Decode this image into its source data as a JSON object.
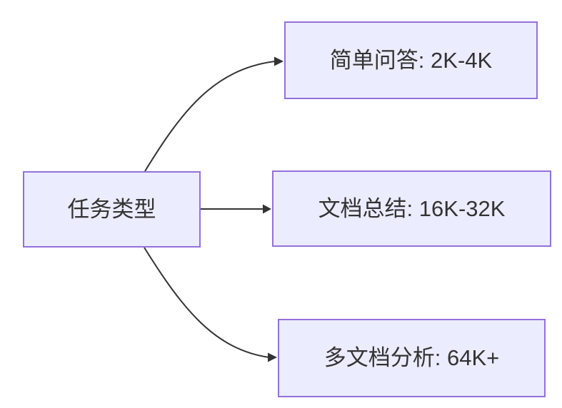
{
  "diagram": {
    "type": "flowchart-left-to-right",
    "colors": {
      "background": "#ffffff",
      "node_fill": "#ECECFF",
      "node_border": "#9370DB",
      "edge": "#333333",
      "text": "#333333"
    },
    "source": {
      "label": "任务类型"
    },
    "targets": [
      {
        "label": "简单问答: 2K-4K"
      },
      {
        "label": "文档总结: 16K-32K"
      },
      {
        "label": "多文档分析: 64K+"
      }
    ],
    "edges": [
      {
        "from": "任务类型",
        "to": "简单问答: 2K-4K"
      },
      {
        "from": "任务类型",
        "to": "文档总结: 16K-32K"
      },
      {
        "from": "任务类型",
        "to": "多文档分析: 64K+"
      }
    ]
  }
}
